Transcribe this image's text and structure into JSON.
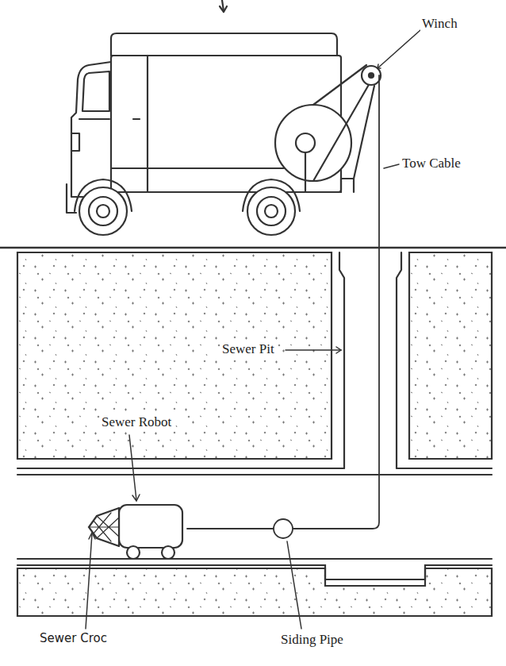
{
  "diagram": {
    "labels": [
      "Winch",
      "Tow Cable",
      "Sewer Pit",
      "Sewer Robot",
      "Sewer Croc",
      "Siding Pipe"
    ]
  }
}
